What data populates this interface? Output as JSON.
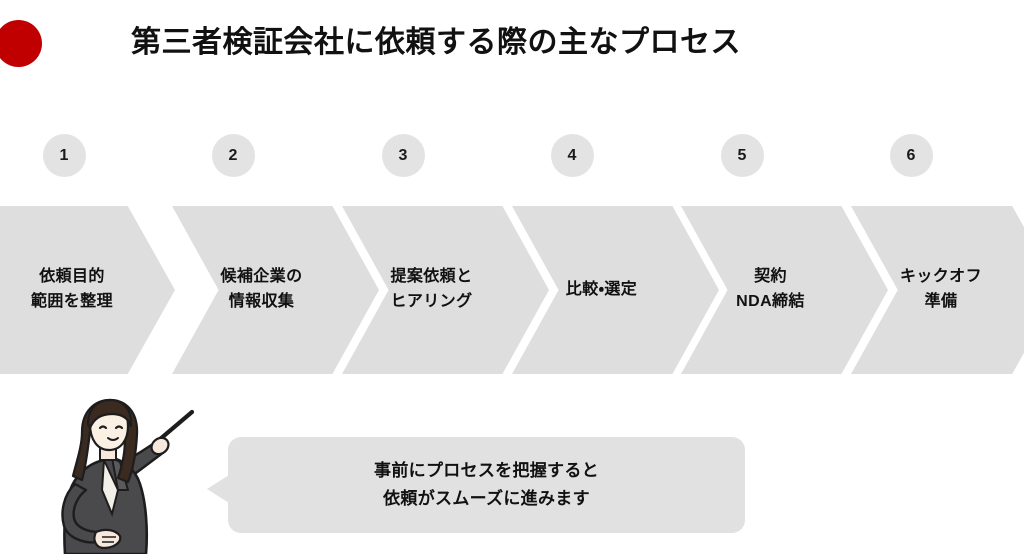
{
  "header": {
    "bullet_icon": "red-circle-bullet",
    "bullet_color": "#C00000",
    "title": "第三者検証会社に依頼する際の主なプロセス"
  },
  "theme": {
    "arrow_fill": "#DEDEDE",
    "badge_fill": "#E3E3E3",
    "bubble_fill": "#E1E1E1",
    "text_color": "#111111",
    "accent": "#C00000",
    "background": "#FFFFFF"
  },
  "process": {
    "steps": [
      {
        "number": "1",
        "label": "依頼目的\n範囲を整理"
      },
      {
        "number": "2",
        "label": "候補企業の\n情報収集"
      },
      {
        "number": "3",
        "label": "提案依頼と\nヒアリング"
      },
      {
        "number": "4",
        "label": "比較・選定"
      },
      {
        "number": "5",
        "label": "契約\nNDA締結"
      },
      {
        "number": "6",
        "label": "キックオフ\n準備"
      }
    ]
  },
  "callout": {
    "speaker_icon": "businesswoman-pointer-illustration",
    "text": "事前にプロセスを把握すると\n依頼がスムーズに進みます"
  }
}
